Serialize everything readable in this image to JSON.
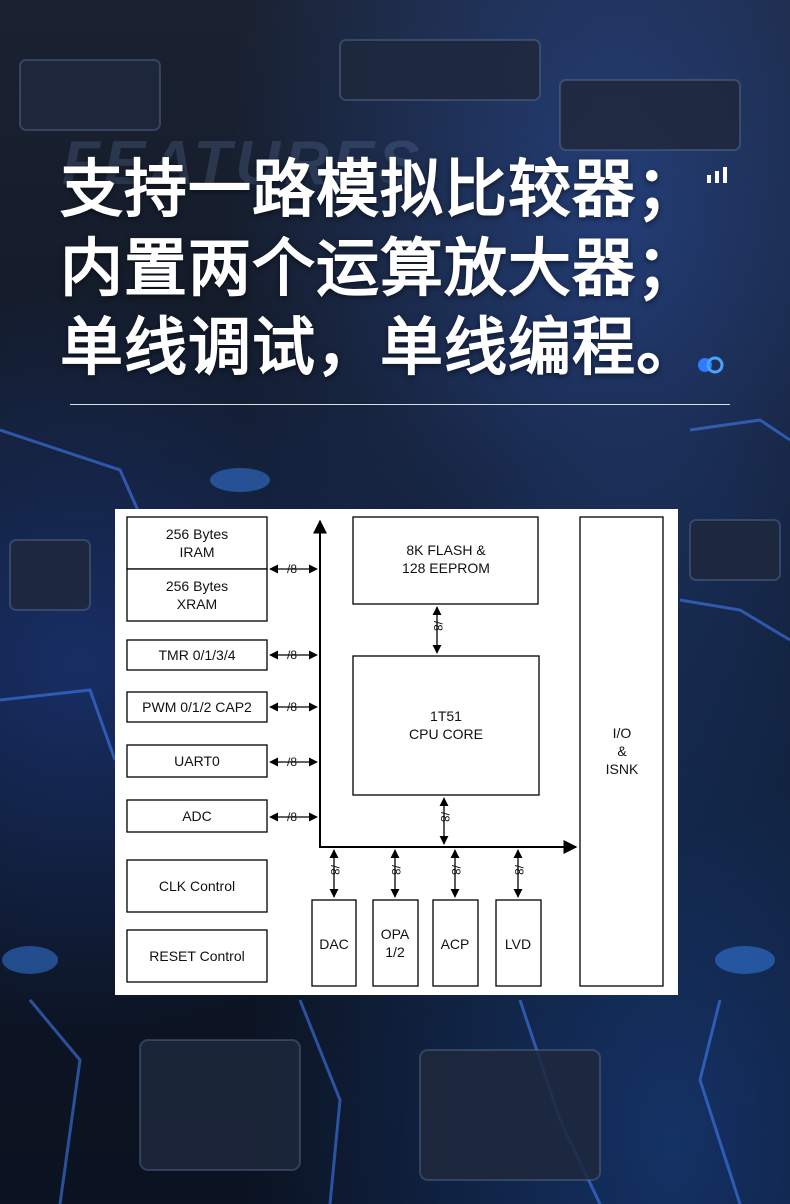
{
  "watermark": "FEATURES",
  "headline": {
    "line1": "支持一路模拟比较器；",
    "line2": "内置两个运算放大器；",
    "line3": "单线调试，单线编程。"
  },
  "icons": {
    "top_right": "signal-bars-icon",
    "bottom_right": "two-circles-icon"
  },
  "colors": {
    "accent": "#2f7bff",
    "panel": "#ffffff"
  },
  "diagram": {
    "iram": [
      "256 Bytes",
      "IRAM"
    ],
    "xram": [
      "256 Bytes",
      "XRAM"
    ],
    "tmr": "TMR 0/1/3/4",
    "pwm": "PWM 0/1/2 CAP2",
    "uart": "UART0",
    "adc": "ADC",
    "clk": "CLK Control",
    "reset": "RESET Control",
    "flash": [
      "8K FLASH &",
      "128 EEPROM"
    ],
    "cpu": [
      "1T51",
      "CPU CORE"
    ],
    "io": [
      "I/O",
      "&",
      "ISNK"
    ],
    "dac": "DAC",
    "opa": [
      "OPA",
      "1/2"
    ],
    "acp": "ACP",
    "lvd": "LVD",
    "bus_label": "/8"
  }
}
